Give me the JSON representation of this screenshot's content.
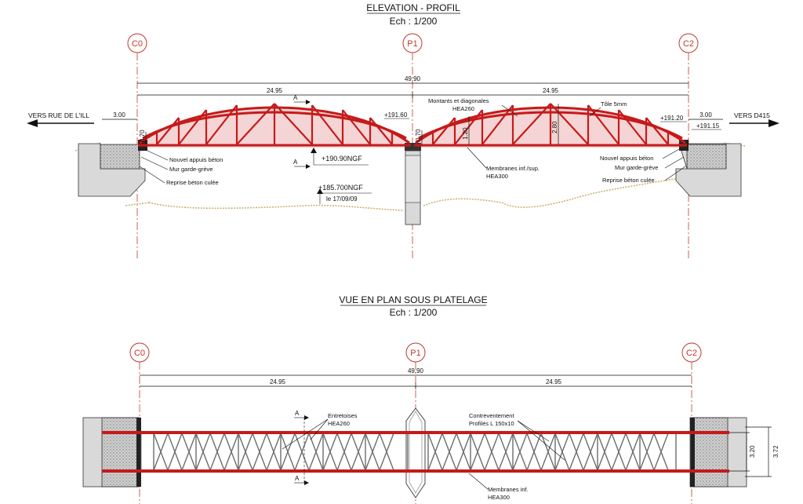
{
  "elevation": {
    "title": "ELEVATION - PROFIL",
    "scale": "Ech : 1/200",
    "axes": [
      "C0",
      "P1",
      "C2"
    ],
    "dim_total": "49.90",
    "dim_span_left": "24.95",
    "dim_span_right": "24.95",
    "dim_left_approach": "3.00",
    "dim_right_approach": "3.00",
    "left_direction": "VERS RUE DE L'ILL",
    "right_direction": "VERS D415",
    "level_pier": "+191.60",
    "level_right_1": "+191.20",
    "level_right_2": "+191.15",
    "level_deck": "+190.90NGF",
    "level_water": "+185.700NGF",
    "level_water_date": "le 17/09/09",
    "height_left": "0.70",
    "height_pier_left": "0.70",
    "height_mid": "1.20",
    "height_right": "2.80",
    "section_marker": "A",
    "notes": {
      "members_1": "Montants et diagonales",
      "members_2": "HEA260",
      "plate": "Tôle 5mm",
      "membranes_1": "Membranes inf./sup.",
      "membranes_2": "HEA300",
      "left_support": "Nouvel appuis béton",
      "left_wall": "Mur garde-grève",
      "left_repair": "Reprise béton culée",
      "right_support": "Nouvel appuis béton",
      "right_wall": "Mur garde-grève",
      "right_repair": "Reprise béton culée"
    }
  },
  "plan": {
    "title": "VUE EN PLAN SOUS PLATELAGE",
    "scale": "Ech : 1/200",
    "axes": [
      "C0",
      "P1",
      "C2"
    ],
    "dim_total": "49.90",
    "dim_span_left": "24.95",
    "dim_span_right": "24.95",
    "width_inner": "3.20",
    "width_outer": "3.72",
    "section_marker": "A",
    "notes": {
      "cross_1": "Entretoises",
      "cross_2": "HEA260",
      "bracing_1": "Contreventement",
      "bracing_2": "Profilés L 150x10",
      "membranes_1": "Membranes inf.",
      "membranes_2": "HEA300"
    }
  },
  "colors": {
    "steel": "#c61a1a",
    "axis": "#c0392b"
  }
}
